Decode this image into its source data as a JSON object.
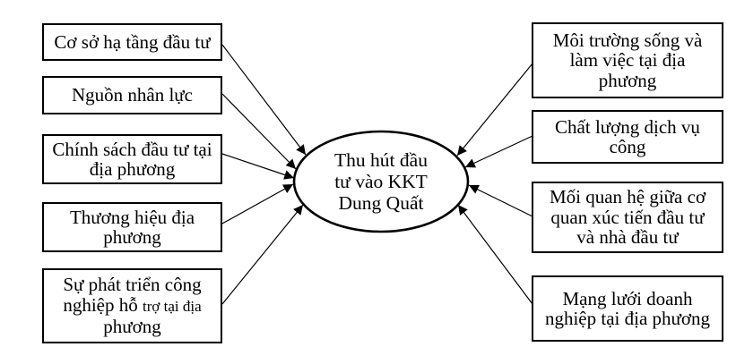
{
  "diagram": {
    "center_node": {
      "lines": [
        "Thu hút đầu",
        "tư vào KKT",
        "Dung Quất"
      ]
    },
    "left_factors": [
      {
        "lines": [
          "Cơ sở hạ tầng đầu tư"
        ]
      },
      {
        "lines": [
          "Nguồn nhân lực"
        ]
      },
      {
        "lines": [
          "Chính sách đầu tư tại",
          "địa phương"
        ]
      },
      {
        "lines": [
          "Thương hiệu địa",
          "phương"
        ]
      },
      {
        "line1": "Sự phát triển công",
        "line2_normal": "nghiệp hỗ ",
        "line2_small": "trợ tại địa",
        "line3": "phương"
      }
    ],
    "right_factors": [
      {
        "lines": [
          "Môi trường sống và",
          "làm việc tại địa",
          "phương"
        ]
      },
      {
        "lines": [
          "Chất lượng dịch vụ",
          "công"
        ]
      },
      {
        "lines": [
          "Mối quan hệ giữa cơ",
          "quan xúc tiến đầu tư",
          "và nhà đầu tư"
        ]
      },
      {
        "lines": [
          "Mạng lưới doanh",
          "nghiệp tại địa phương"
        ]
      }
    ],
    "colors": {
      "stroke": "#000000",
      "background": "#ffffff",
      "text": "#000000"
    }
  }
}
